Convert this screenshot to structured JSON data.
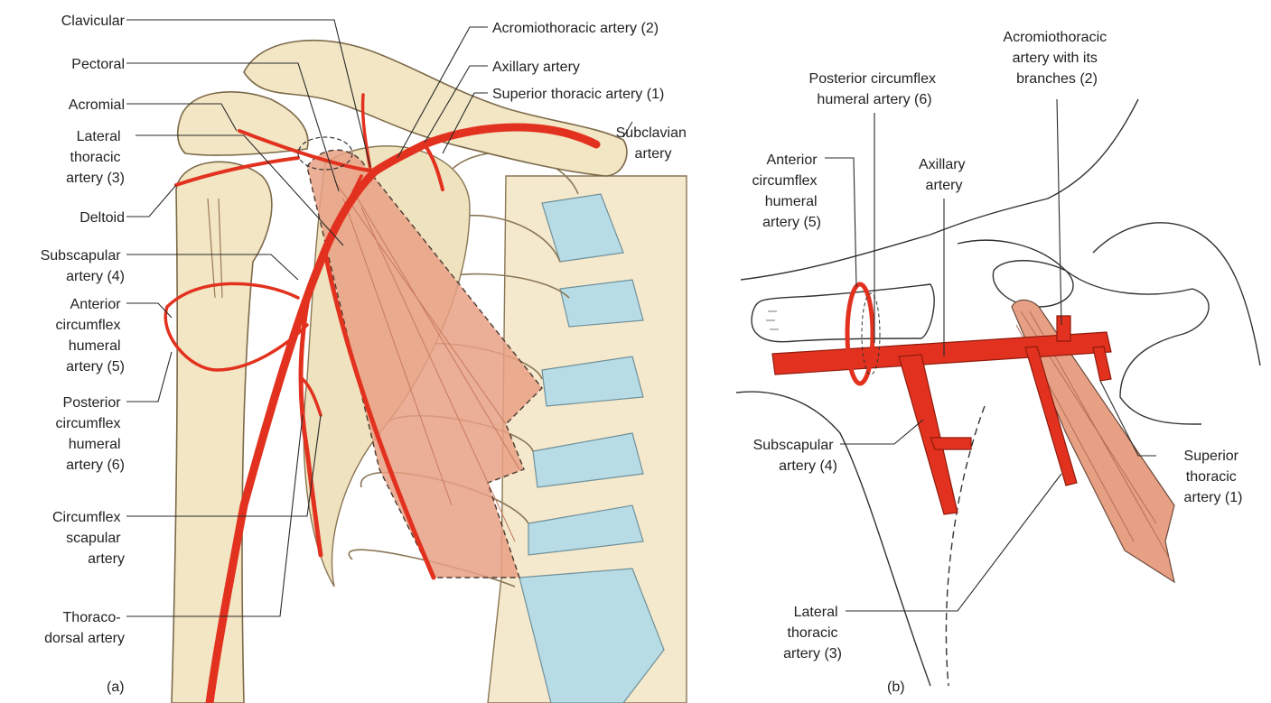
{
  "colors": {
    "artery": "#e2321f",
    "artery_dark": "#b21d10",
    "bone": "#f2e6c4",
    "bone_outline": "#7d6a4a",
    "muscle": "#e8a084",
    "cartilage": "#b7dce6",
    "text": "#222222"
  },
  "panel_a": {
    "tag": "(a)",
    "labels": {
      "clavicular": "Clavicular",
      "pectoral": "Pectoral",
      "acromial": "Acromial",
      "lateral_thoracic": [
        "Lateral",
        "thoracic",
        "artery (3)"
      ],
      "deltoid": "Deltoid",
      "subscapular": [
        "Subscapular",
        "artery (4)"
      ],
      "anterior_circumflex": [
        "Anterior",
        "circumflex",
        "humeral",
        "artery (5)"
      ],
      "posterior_circumflex": [
        "Posterior",
        "circumflex",
        "humeral",
        "artery (6)"
      ],
      "circumflex_scapular": [
        "Circumflex",
        "scapular",
        "artery"
      ],
      "thoracodorsal": [
        "Thoraco-",
        "dorsal artery"
      ],
      "acromiothoracic": "Acromiothoracic artery (2)",
      "axillary": "Axillary artery",
      "superior_thoracic": "Superior thoracic artery (1)",
      "subclavian": [
        "Subclavian",
        "artery"
      ]
    }
  },
  "panel_b": {
    "tag": "(b)",
    "labels": {
      "posterior_circumflex": [
        "Posterior circumflex",
        "humeral artery (6)"
      ],
      "acromiothoracic": [
        "Acromiothoracic",
        "artery with its",
        "branches (2)"
      ],
      "anterior_circumflex": [
        "Anterior",
        "circumflex",
        "humeral",
        "artery (5)"
      ],
      "axillary": [
        "Axillary",
        "artery"
      ],
      "subscapular": [
        "Subscapular",
        "artery (4)"
      ],
      "superior_thoracic": [
        "Superior",
        "thoracic",
        "artery (1)"
      ],
      "lateral_thoracic": [
        "Lateral",
        "thoracic",
        "artery (3)"
      ]
    }
  }
}
